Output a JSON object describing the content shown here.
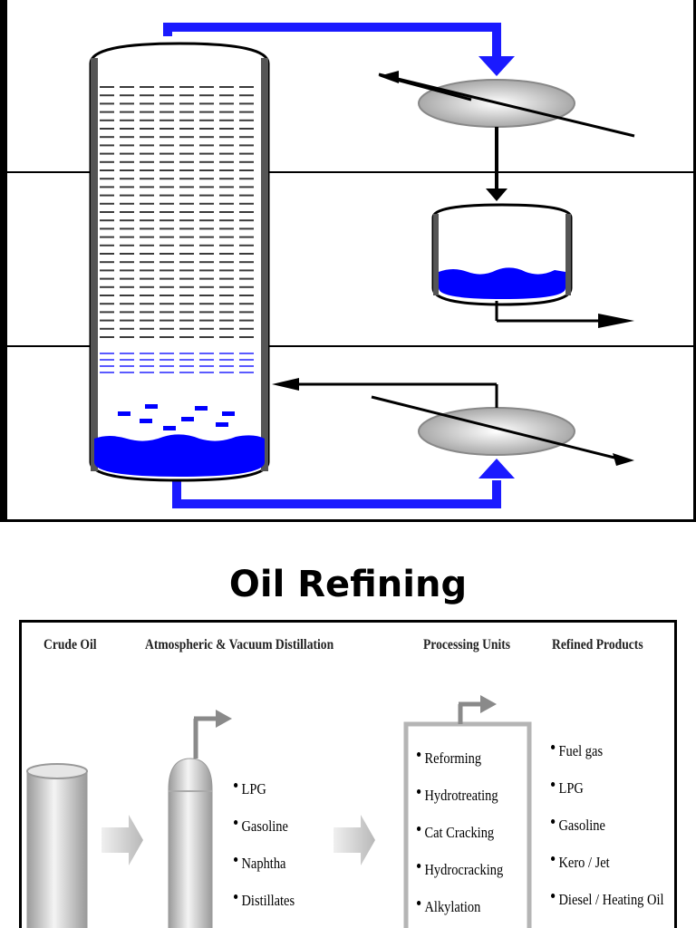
{
  "top_diagram": {
    "colors": {
      "border": "#000000",
      "pipe": "#1a1aff",
      "liquid": "#0000ff",
      "tray": "#444444",
      "vessel_shell": "#c8c8c8"
    }
  },
  "title": "Oil Refining",
  "flow_diagram": {
    "headers": {
      "crude": "Crude Oil",
      "distillation": "Atmospheric & Vacuum  Distillation",
      "processing": "Processing Units",
      "products": "Refined Products"
    },
    "distillation_products": [
      "LPG",
      "Gasoline",
      "Naphtha",
      "Distillates"
    ],
    "processing_units": [
      "Reforming",
      "Hydrotreating",
      "Cat Cracking",
      "Hydrocracking",
      "Alkylation"
    ],
    "refined_products": [
      "Fuel gas",
      "LPG",
      "Gasoline",
      "Kero / Jet",
      "Diesel / Heating Oil"
    ]
  }
}
